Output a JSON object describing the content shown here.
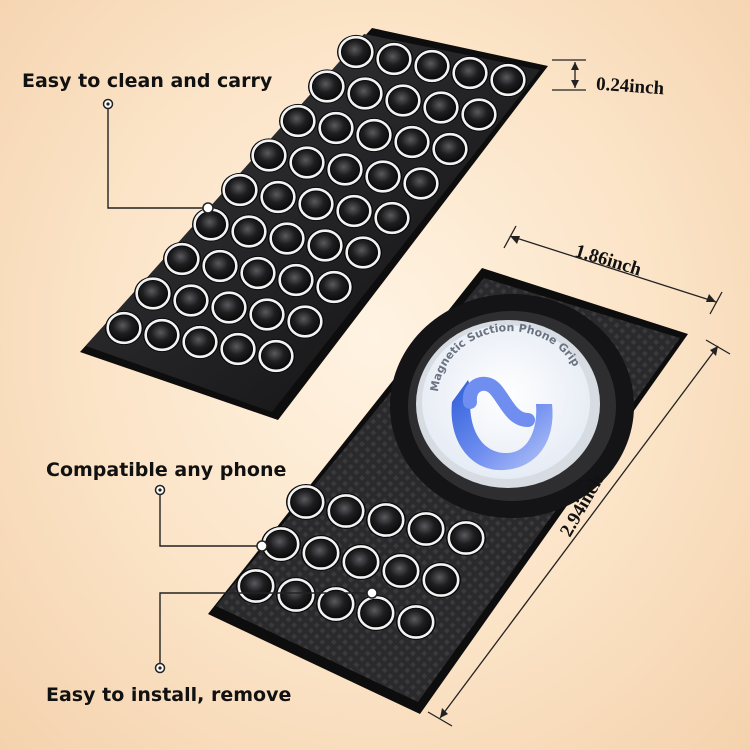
{
  "features": {
    "clean_carry": "Easy to clean and carry",
    "compatible": "Compatible any phone",
    "install": "Easy to install, remove"
  },
  "dimensions": {
    "thickness": "0.24inch",
    "width": "1.86inch",
    "height": "2.94inch"
  },
  "product": {
    "ring_text": "Magnetic Suction Phone Grip"
  },
  "colors": {
    "pad": "#1b1b1d",
    "cup_rim": "#f2f2f2",
    "logo_blue": "#4a78e8"
  }
}
